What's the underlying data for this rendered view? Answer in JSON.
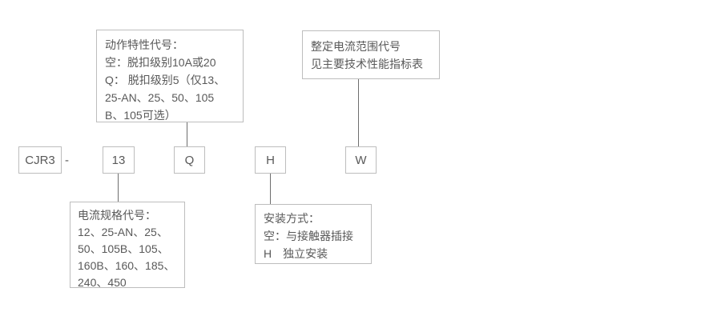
{
  "diagram": {
    "model_code": {
      "prefix": "CJR3",
      "separator": "-",
      "current_spec_field": "13",
      "action_field": "Q",
      "mounting_field": "H",
      "range_field": "W"
    },
    "annotations": {
      "action_characteristic": {
        "lines": [
          "动作特性代号：",
          "空：脱扣级别10A或20",
          "Q： 脱扣级别5（仅13、",
          "25-AN、25、50、105",
          "B、105可选）"
        ]
      },
      "setting_current_range": {
        "lines": [
          "整定电流范围代号",
          "见主要技术性能指标表"
        ]
      },
      "current_spec": {
        "lines": [
          "电流规格代号：",
          "12、25-AN、25、",
          "50、105B、105、",
          "160B、160、185、",
          "240、450"
        ]
      },
      "mounting": {
        "lines": [
          "安装方式：",
          "空：与接触器插接",
          "H　独立安装"
        ]
      }
    },
    "colors": {
      "background": "#ffffff",
      "box_border": "#bdbdbd",
      "connector_line": "#6e6e6e",
      "text": "#595959"
    }
  }
}
